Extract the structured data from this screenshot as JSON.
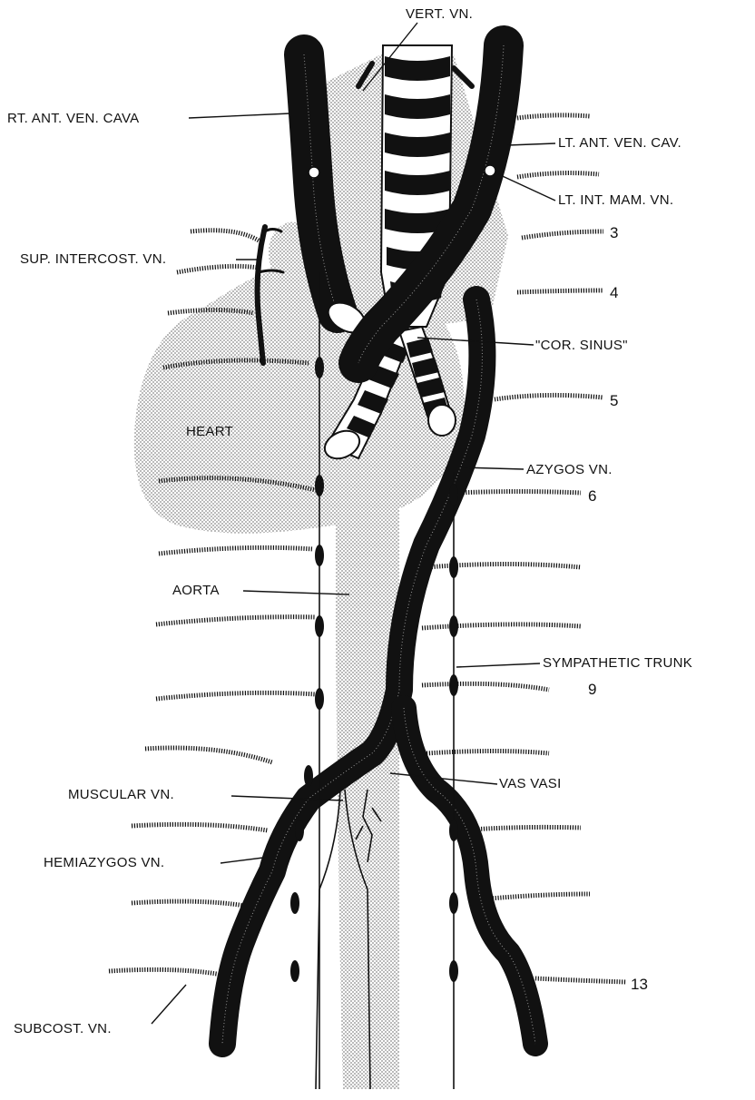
{
  "labels": {
    "vert_vn": "VERT. VN.",
    "rt_ant_ven_cava": "RT. ANT. VEN. CAVA",
    "lt_ant_ven_cav": "LT. ANT. VEN. CAV.",
    "lt_int_mam_vn": "LT. INT. MAM. VN.",
    "sup_intercost_vn": "SUP. INTERCOST. VN.",
    "cor_sinus": "\"COR. SINUS\"",
    "heart": "HEART",
    "azygos_vn": "AZYGOS VN.",
    "aorta": "AORTA",
    "sympathetic_trunk": "SYMPATHETIC TRUNK",
    "muscular_vn": "MUSCULAR VN.",
    "vas_vasi": "VAS VASI",
    "hemiazygos_vn": "HEMIAZYGOS VN.",
    "subcost_vn": "SUBCOST. VN."
  },
  "rib_numbers": {
    "r3": "3",
    "r4": "4",
    "r5": "5",
    "r6": "6",
    "r9": "9",
    "r13": "13"
  },
  "colors": {
    "ink": "#111111",
    "stipple": "#c8c8c8",
    "background": "#ffffff"
  }
}
